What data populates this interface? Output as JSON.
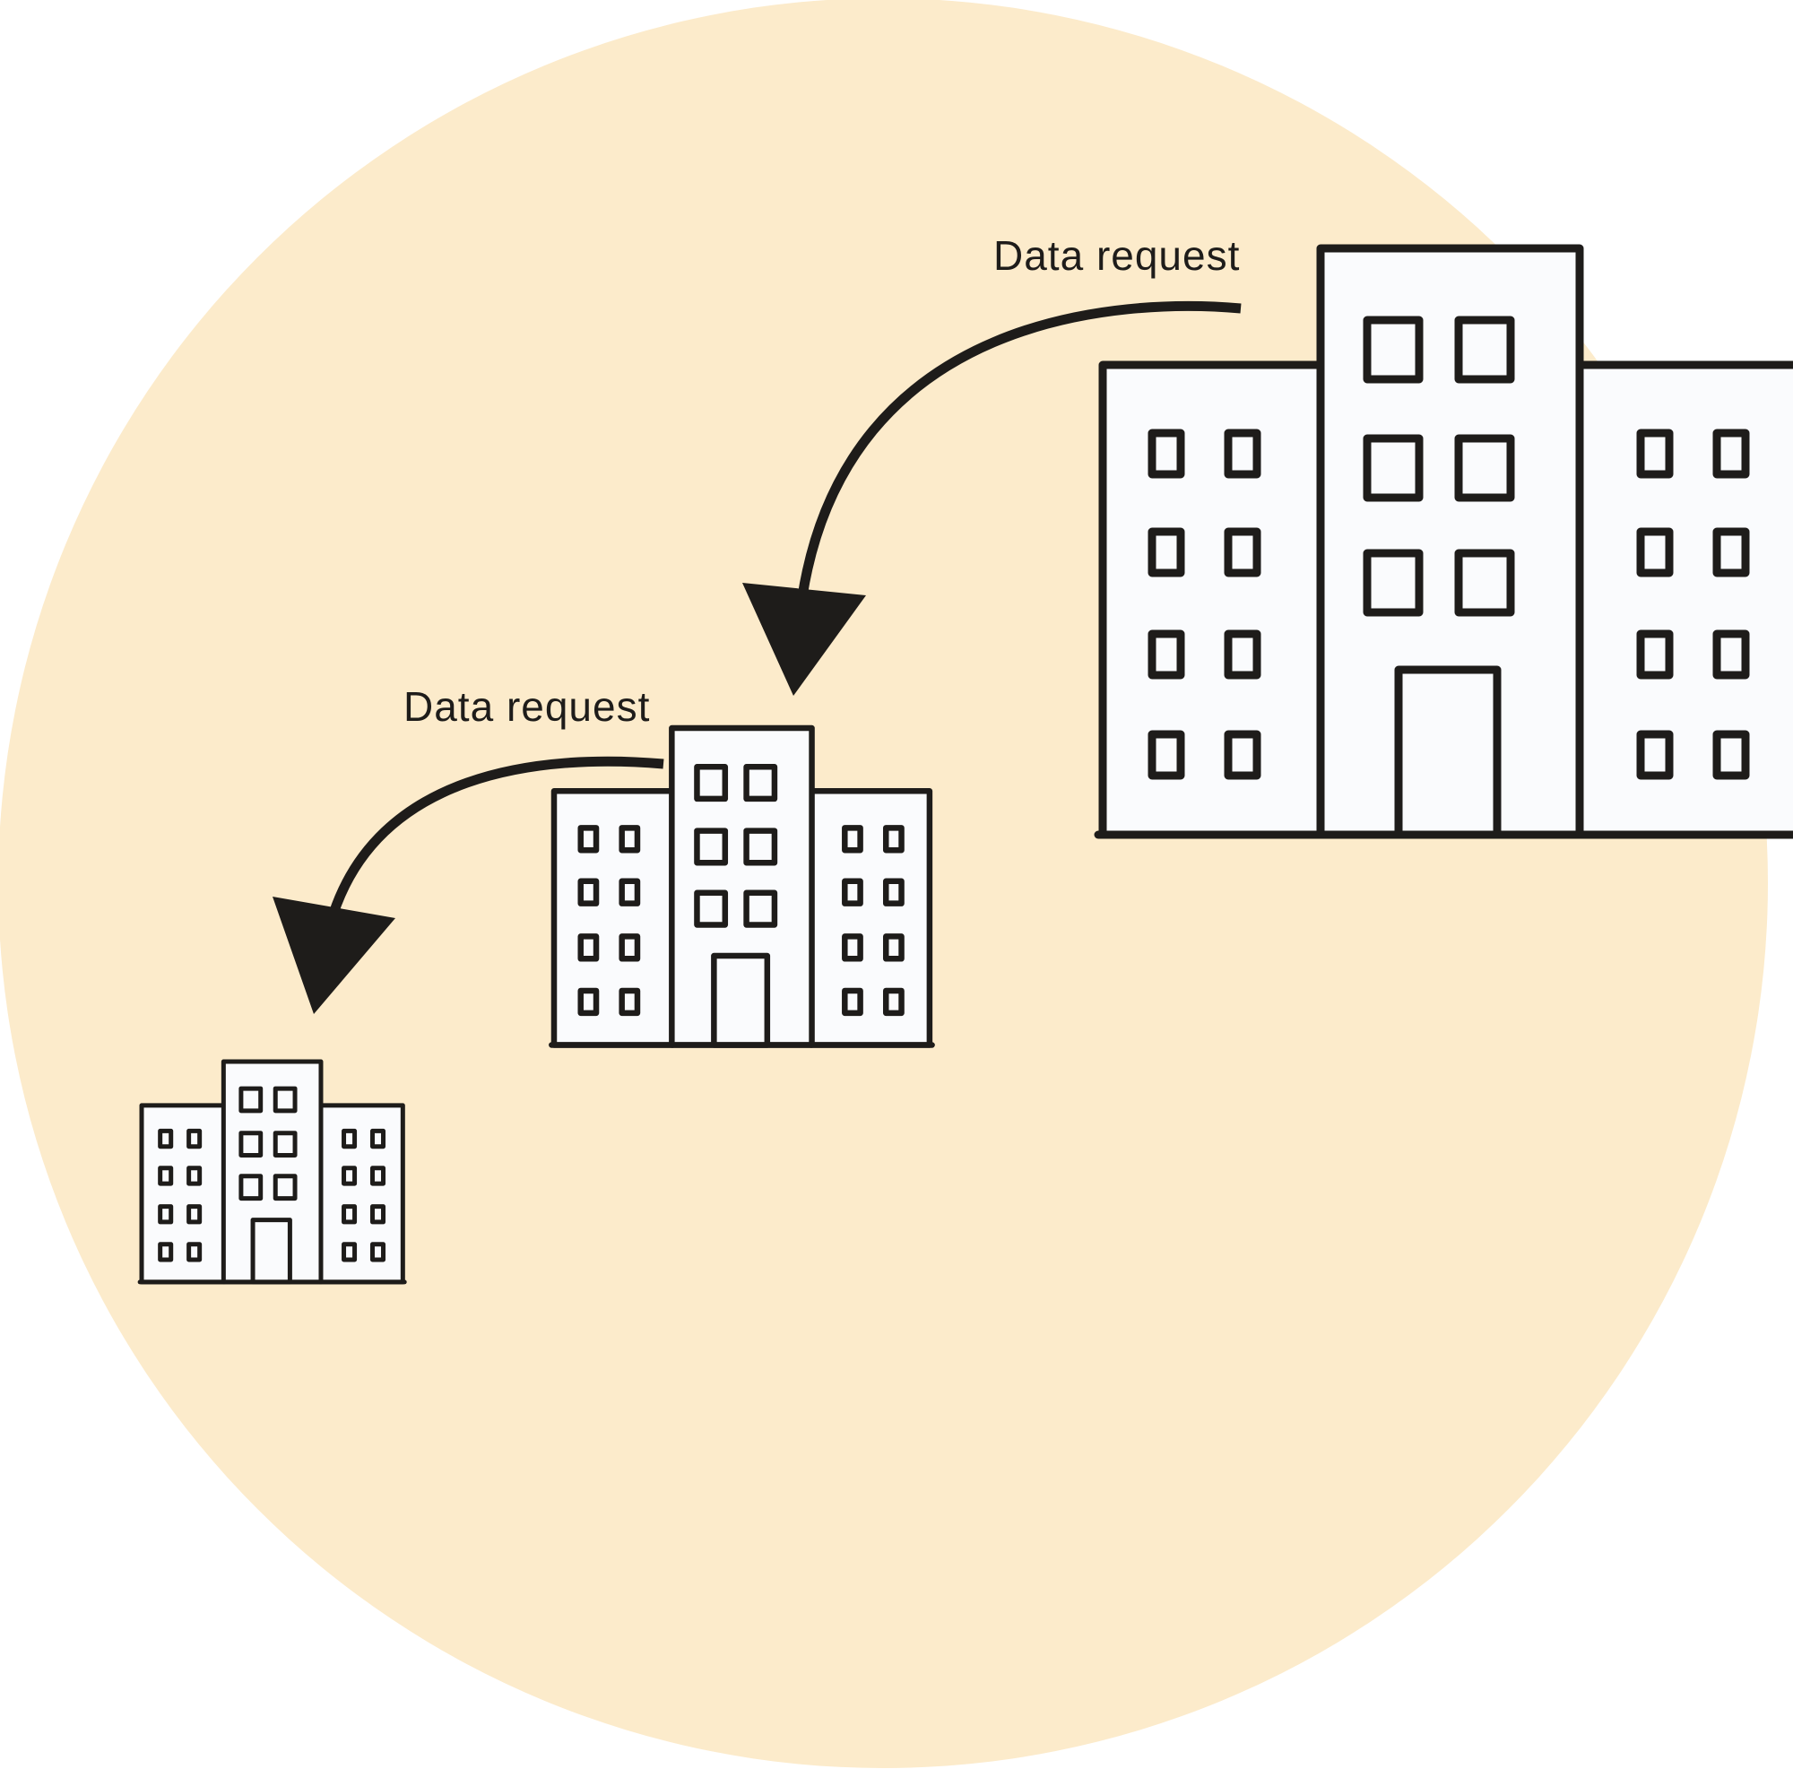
{
  "diagram": {
    "colors": {
      "background_disc": "#fcebcb",
      "building_fill": "#fafbfd",
      "stroke": "#1e1c1a"
    },
    "buildings": [
      {
        "name": "large-building"
      },
      {
        "name": "medium-building"
      },
      {
        "name": "small-building"
      }
    ],
    "arrows": [
      {
        "label": "Data request",
        "from": "large-building",
        "to": "medium-building"
      },
      {
        "label": "Data request",
        "from": "medium-building",
        "to": "small-building"
      }
    ]
  }
}
